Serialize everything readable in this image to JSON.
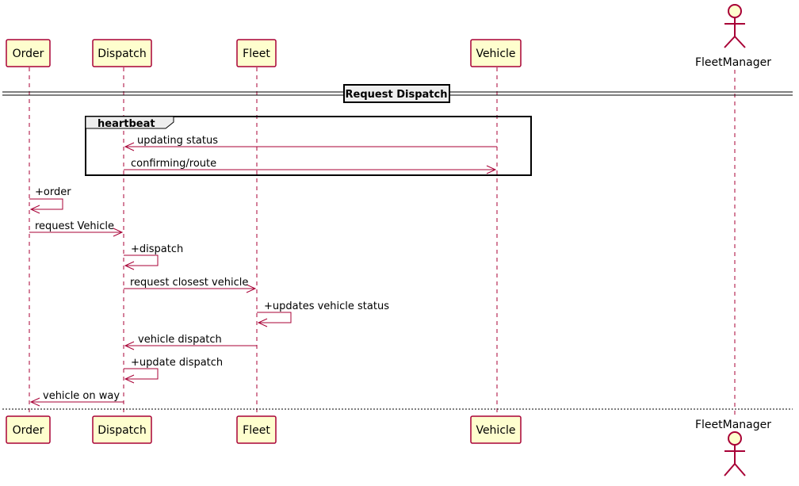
{
  "participants": {
    "order": "Order",
    "dispatch": "Dispatch",
    "fleet": "Fleet",
    "vehicle": "Vehicle",
    "fleet_manager": "FleetManager"
  },
  "divider": {
    "label": "Request Dispatch"
  },
  "group": {
    "label": "heartbeat"
  },
  "messages": [
    {
      "from": "vehicle",
      "to": "dispatch",
      "label": "updating status"
    },
    {
      "from": "dispatch",
      "to": "vehicle",
      "label": "confirming/route"
    },
    {
      "from": "order",
      "to": "order",
      "label": "+order"
    },
    {
      "from": "order",
      "to": "dispatch",
      "label": "request Vehicle"
    },
    {
      "from": "dispatch",
      "to": "dispatch",
      "label": "+dispatch"
    },
    {
      "from": "dispatch",
      "to": "fleet",
      "label": "request closest vehicle"
    },
    {
      "from": "fleet",
      "to": "fleet",
      "label": "+updates vehicle status"
    },
    {
      "from": "fleet",
      "to": "dispatch",
      "label": "vehicle dispatch"
    },
    {
      "from": "dispatch",
      "to": "dispatch",
      "label": "+update dispatch"
    },
    {
      "from": "dispatch",
      "to": "order",
      "label": "vehicle on way"
    }
  ],
  "colors": {
    "participant_fill": "#FEFECE",
    "line": "#A80036",
    "divider_fill": "#EEEEEE"
  }
}
